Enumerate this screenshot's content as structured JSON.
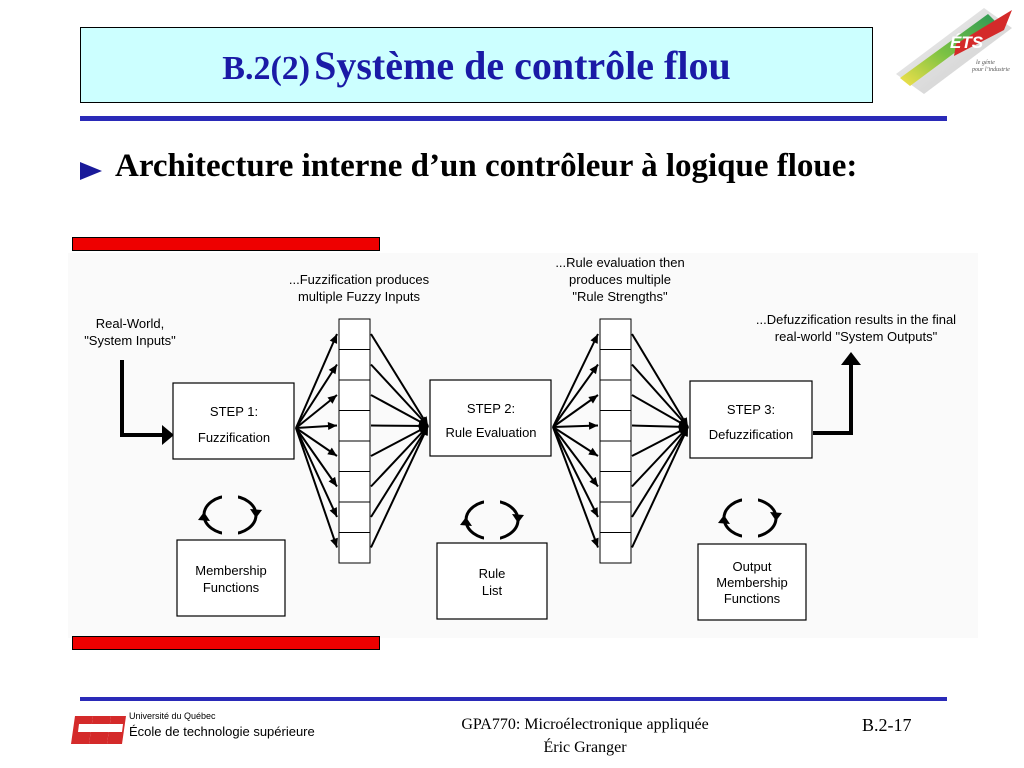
{
  "slide": {
    "title_prefix": "B.2(2)",
    "title": "Système de contrôle flou",
    "bullet_text": "Architecture interne d’un contrôleur à logique floue:"
  },
  "logo": {
    "text": "ÉTS",
    "tagline_1": "le génie",
    "tagline_2": "pour l’industrie"
  },
  "diagram": {
    "input_label_1": "Real-World,",
    "input_label_2": "\"System Inputs\"",
    "fuzz_note_1": "...Fuzzification produces",
    "fuzz_note_2": "multiple Fuzzy Inputs",
    "rule_note_1": "...Rule evaluation then",
    "rule_note_2": "produces multiple",
    "rule_note_3": "\"Rule Strengths\"",
    "defuzz_note_1": "...Defuzzification results in the final",
    "defuzz_note_2": "real-world \"System Outputs\"",
    "step1_title": "STEP 1:",
    "step1_name": "Fuzzification",
    "step2_title": "STEP 2:",
    "step2_name": "Rule Evaluation",
    "step3_title": "STEP 3:",
    "step3_name": "Defuzzification",
    "membership_1": "Membership",
    "membership_2": "Functions",
    "rule_list_1": "Rule",
    "rule_list_2": "List",
    "output_mf_1": "Output",
    "output_mf_2": "Membership",
    "output_mf_3": "Functions"
  },
  "footer": {
    "university": "Université du Québec",
    "school": "École de technologie supérieure",
    "course": "GPA770:  Microélectronique appliquée",
    "author": "Éric Granger",
    "page": "B.2-17"
  },
  "colors": {
    "title_text": "#1a1aa6",
    "title_bg": "#ccffff",
    "rule": "#2a2ab8",
    "red_bar": "#ee0000",
    "logo_red": "#d42a2a"
  }
}
